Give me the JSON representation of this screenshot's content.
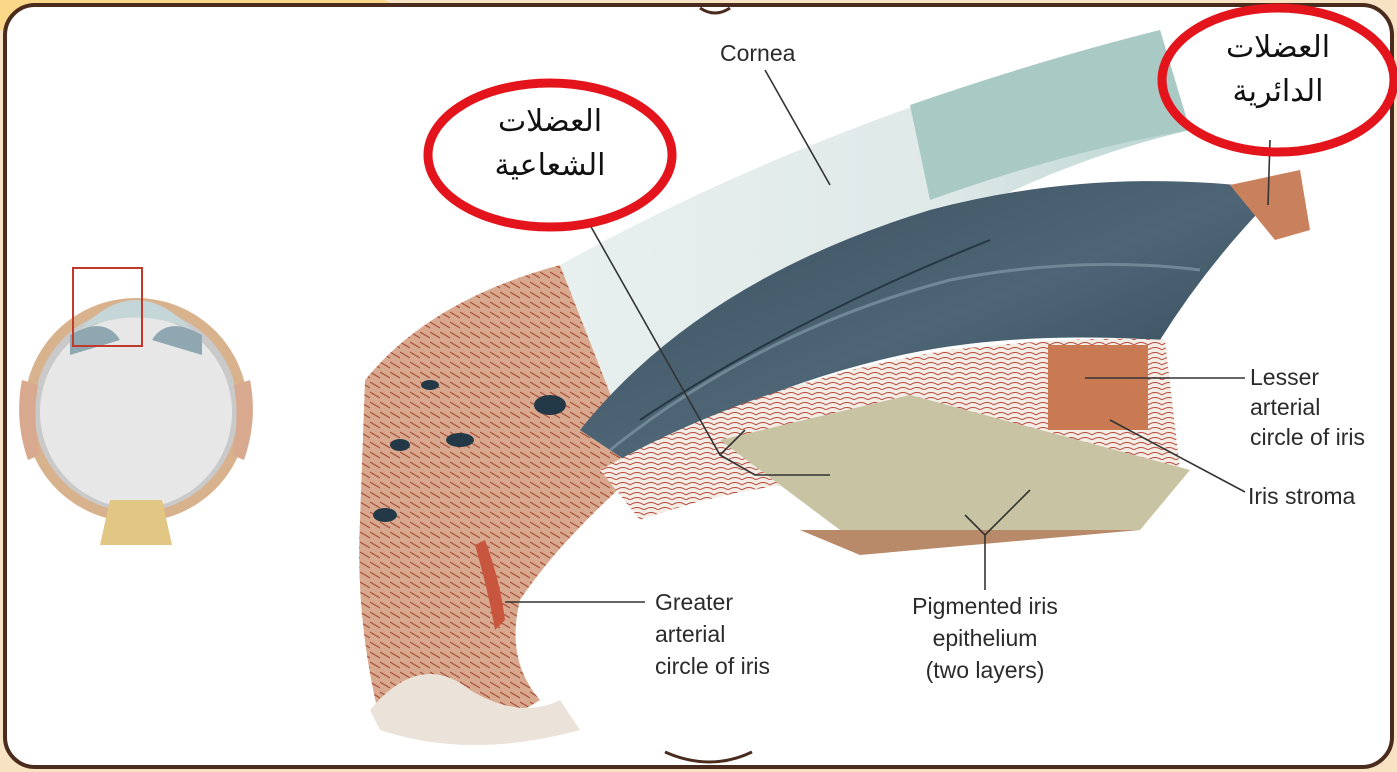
{
  "annotations": {
    "radial_muscles": {
      "line1": "العضلات",
      "line2": "الشعاعية"
    },
    "circular_muscles": {
      "line1": "العضلات",
      "line2": "الدائرية"
    }
  },
  "labels": {
    "cornea": "Cornea",
    "lesser": [
      "Lesser",
      "arterial",
      "circle of iris"
    ],
    "stroma": "Iris stroma",
    "greater": [
      "Greater",
      "arterial",
      "circle of iris"
    ],
    "pigmented": [
      "Pigmented iris",
      "epithelium",
      "(two layers)"
    ]
  },
  "colors": {
    "annotation_circle": "#e3141b",
    "frame_border": "#4a2b1e",
    "page_background": "#f7e2c4",
    "panel_background": "#ffffff"
  }
}
